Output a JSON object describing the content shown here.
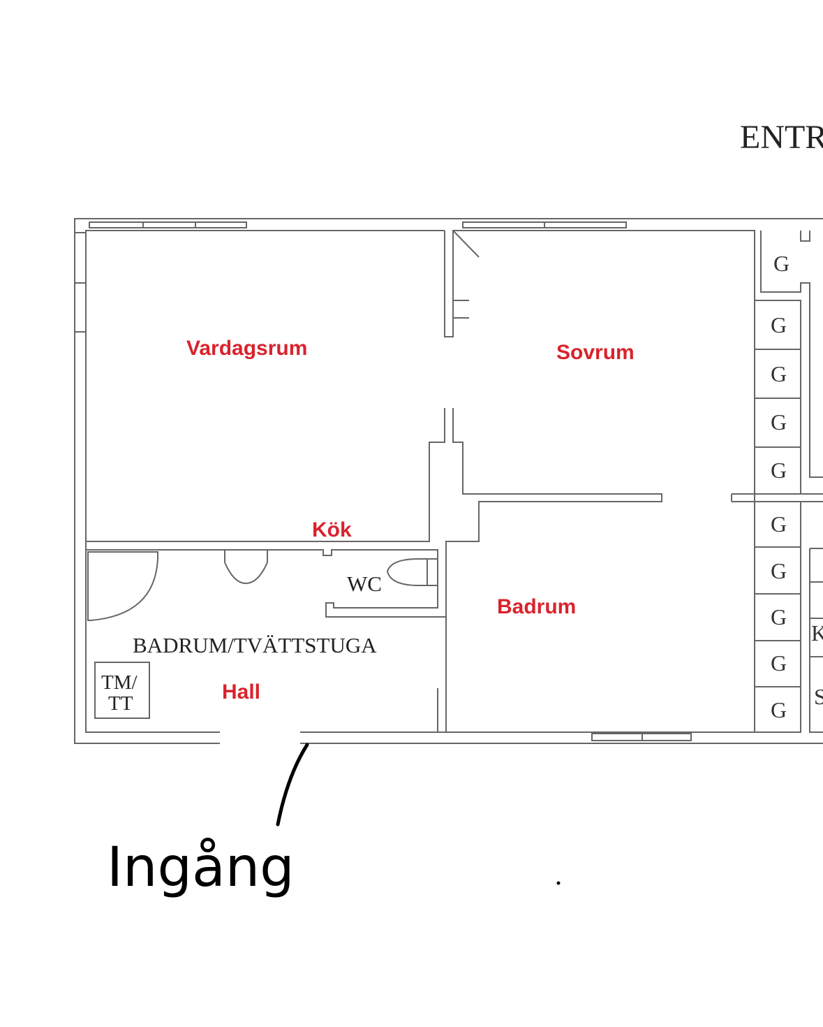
{
  "header": {
    "title_partial": "ENTR"
  },
  "rooms": {
    "vardagsrum": "Vardagsrum",
    "sovrum": "Sovrum",
    "kok": "Kök",
    "badrum": "Badrum",
    "hall": "Hall"
  },
  "plan_labels": {
    "badrum_tvattstuga": "BADRUM/TVÄTTSTUGA",
    "wc": "WC",
    "tm": "TM/",
    "tt": "TT",
    "storage_g": "G",
    "k_partial": "K",
    "s_partial": "S"
  },
  "entrance": {
    "label": "Ingång"
  },
  "colors": {
    "room_label": "#d9232d",
    "wall": "#666666"
  }
}
